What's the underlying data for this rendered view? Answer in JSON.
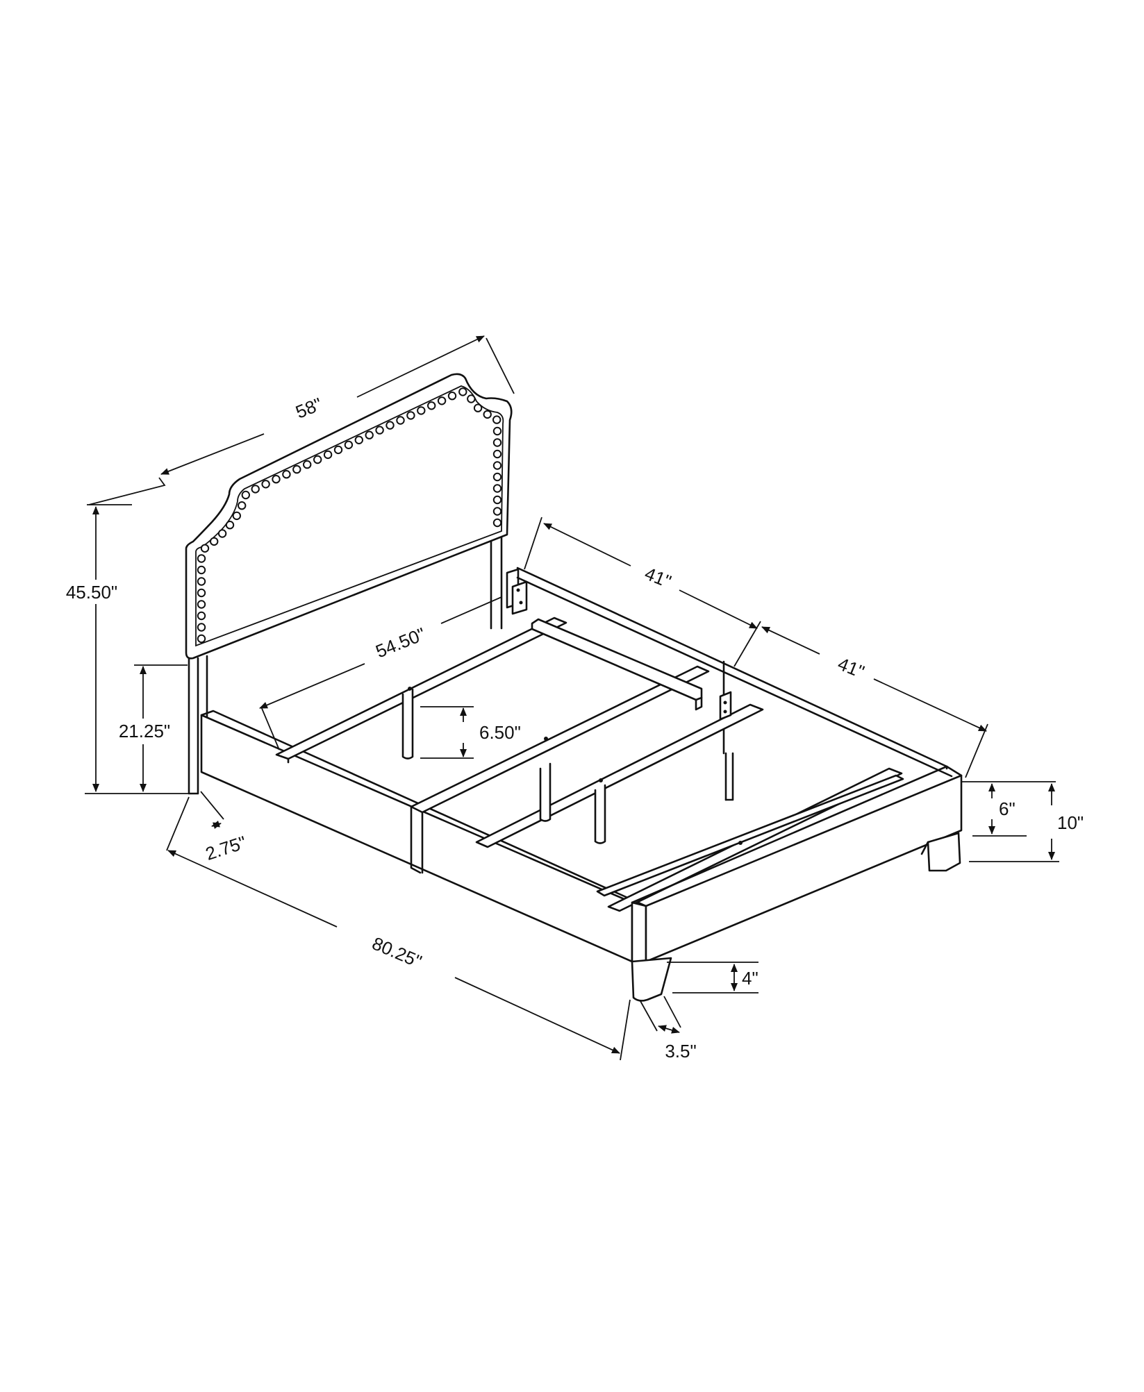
{
  "colors": {
    "background": "#ffffff",
    "line": "#111111"
  },
  "dimensions": {
    "headboard_width": "58\"",
    "overall_height": "45.50\"",
    "headboard_leg_height": "21.25\"",
    "headboard_leg_width": "2.75\"",
    "inner_width": "54.50\"",
    "rail_length_upper": "41\"",
    "rail_length_lower": "41\"",
    "center_support_height": "6.50\"",
    "overall_length": "80.25\"",
    "rail_height": "6\"",
    "frame_height": "10\"",
    "leg_height": "4\"",
    "leg_width": "3.5\""
  }
}
